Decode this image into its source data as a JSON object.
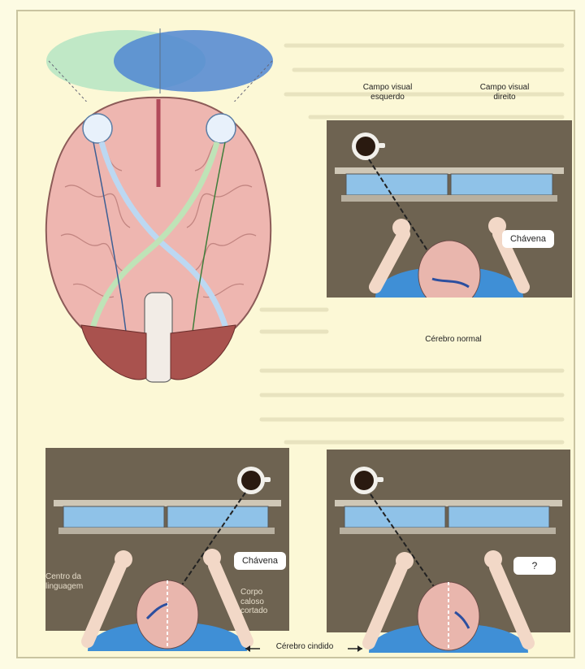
{
  "labels": {
    "left_field": "Campo visual\nesquerdo",
    "right_field": "Campo visual\ndireito",
    "cup_word_normal": "Chávena",
    "normal_caption": "Cérebro normal",
    "cup_word_split": "Chávena",
    "language_center": "Centro da\nlinguagem",
    "corpus_callosum": "Corpo\ncaloso\ncortado",
    "split_caption": "Cérebro cindido",
    "question": "?"
  },
  "colors": {
    "page_bg": "#fcf8d6",
    "panel_bg": "#6e6351",
    "window_blue": "#8fc2e8",
    "shirt_blue": "#3f8fd6",
    "brain_pink": "#eeb6b0",
    "cerebellum": "#a9524e",
    "optic_blue": "#bcd8f2",
    "optic_green": "#bfe3b7",
    "field_green": "#b9e6c4",
    "field_blue": "#4f86d2"
  },
  "icons": [
    "coffee-cup-icon",
    "hand-icon",
    "speech-bubble-icon",
    "arrow-icon"
  ]
}
